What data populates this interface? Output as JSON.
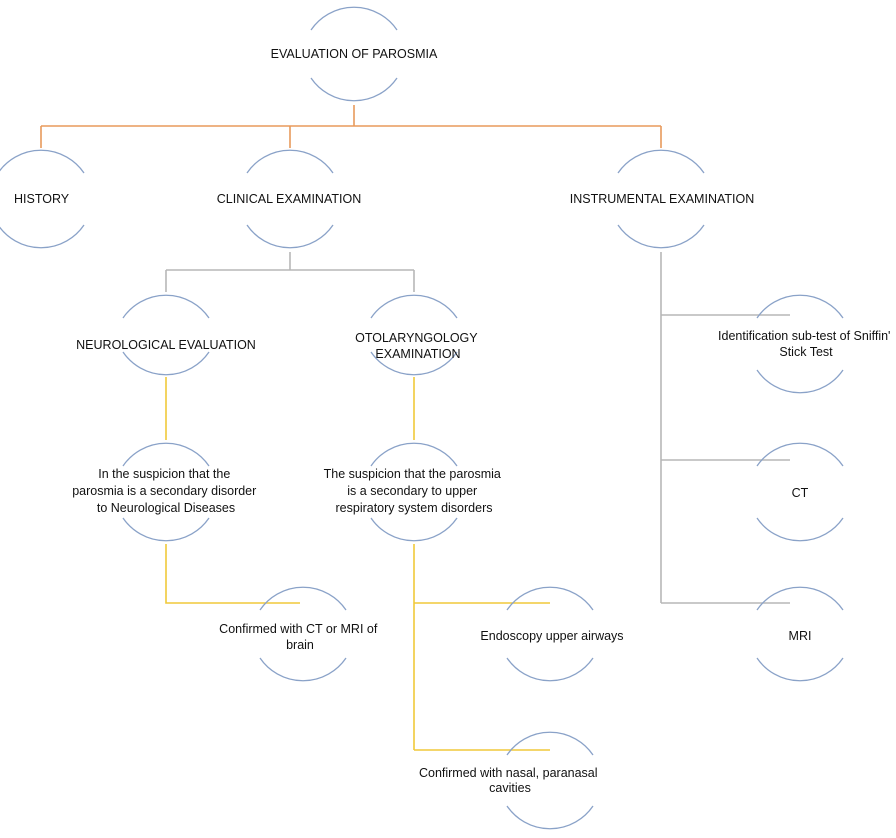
{
  "colors": {
    "arc": "#8aa2c8",
    "connector_top": "#e89a5b",
    "connector_grey": "#b7b7b7",
    "connector_yellow": "#f0c93a",
    "text": "#111111"
  },
  "nodes": {
    "root": {
      "lines": [
        "EVALUATION OF PAROSMIA"
      ]
    },
    "history": {
      "lines": [
        "HISTORY"
      ]
    },
    "clinical": {
      "lines": [
        "CLINICAL EXAMINATION"
      ]
    },
    "instrumental": {
      "lines": [
        "INSTRUMENTAL EXAMINATION"
      ]
    },
    "neuro": {
      "lines": [
        "NEUROLOGICAL EVALUATION"
      ]
    },
    "oto": {
      "lines": [
        "OTOLARYNGOLOGY",
        "EXAMINATION"
      ]
    },
    "neuro_susp": {
      "lines": [
        "In the suspicion that the",
        "parosmia is a secondary disorder",
        "to Neurological Diseases"
      ]
    },
    "oto_susp": {
      "lines": [
        "The suspicion that the parosmia",
        "is a secondary to upper",
        "respiratory system disorders"
      ]
    },
    "neuro_confirm": {
      "lines": [
        "Confirmed with CT or MRI of",
        "brain"
      ]
    },
    "endoscopy": {
      "lines": [
        "Endoscopy upper airways"
      ]
    },
    "nasal": {
      "lines": [
        "Confirmed with nasal, paranasal",
        "cavities"
      ]
    },
    "sniffin": {
      "lines": [
        "Identification sub-test of Sniffin'",
        "Stick Test"
      ]
    },
    "ct": {
      "lines": [
        "CT"
      ]
    },
    "mri": {
      "lines": [
        "MRI"
      ]
    }
  }
}
